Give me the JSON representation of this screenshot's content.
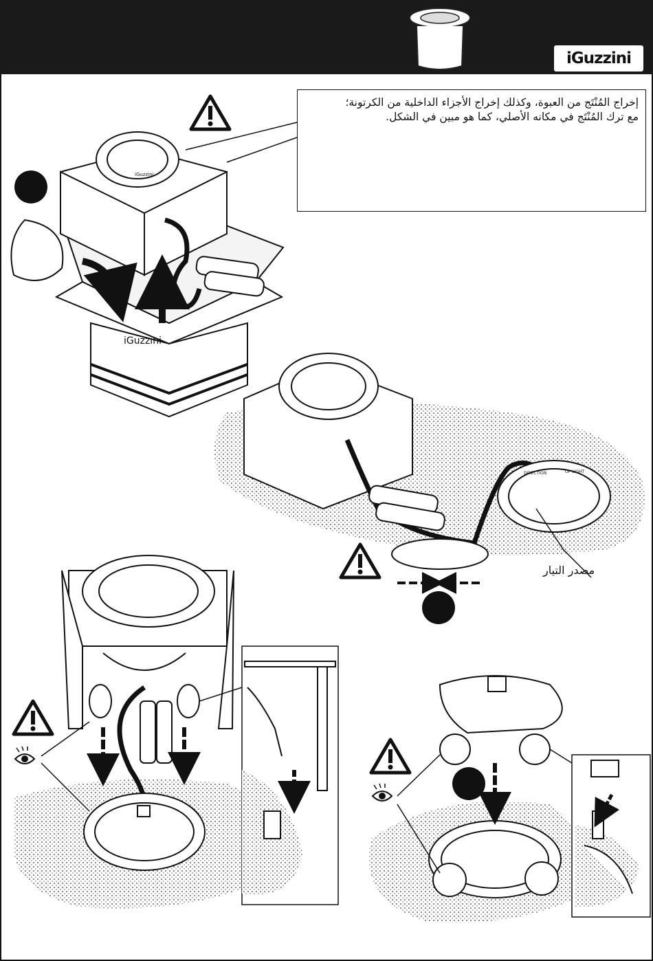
{
  "header": {
    "brand": "iGuzzini"
  },
  "note": {
    "line1": "إخراج المُنْتَج من العبوة، وكذلك إخراج الأجزاء الداخلية من الكرتونة؛",
    "line2": "مع ترك المُنْتَج في مكانه الأصلي، كما هو مبين في الشكل."
  },
  "labels": {
    "power_source": "مصدر التيار",
    "box_brand": "iGuzzini",
    "lamp_brand": "iGuzzini",
    "ring_text_left": "DIRECTION",
    "ring_text_right": "OF LIGHT"
  },
  "colors": {
    "header": "#1a1a1a",
    "ink": "#111111",
    "ground": "#d9d9d9"
  }
}
